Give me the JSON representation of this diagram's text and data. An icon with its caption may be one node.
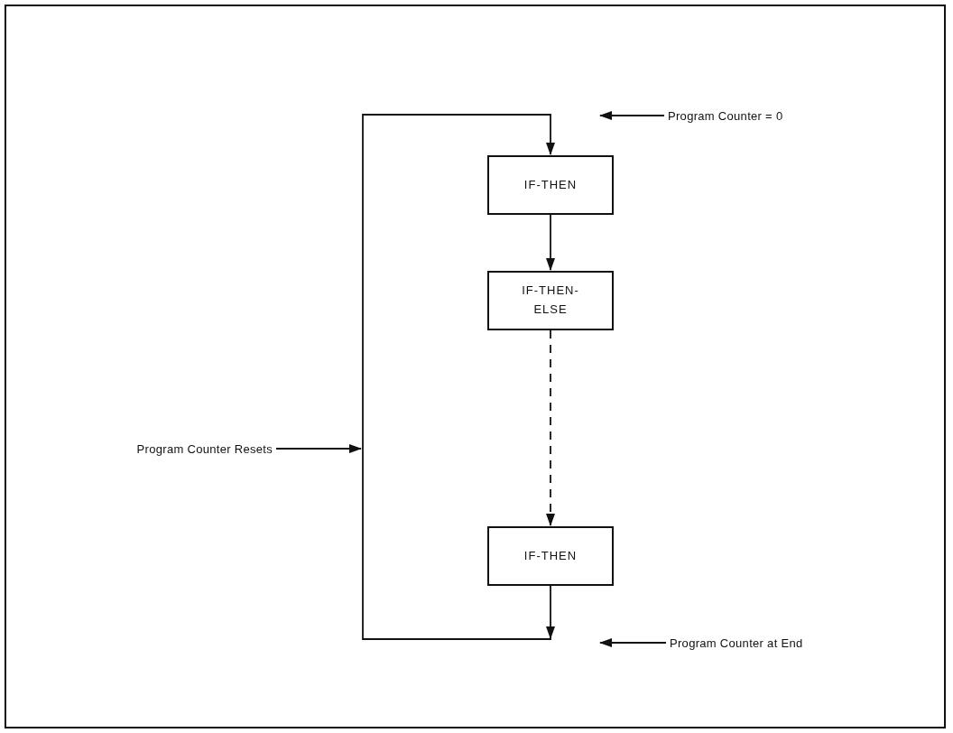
{
  "diagram": {
    "nodes": [
      {
        "text": [
          "IF-THEN"
        ]
      },
      {
        "text": [
          "IF-THEN- ELSE"
        ]
      },
      {
        "text": [
          "IF-THEN"
        ]
      },
      {
        "text": [
          "Program Counter = 0"
        ]
      },
      {
        "text": [
          "Program Counter Resets"
        ]
      },
      {
        "text": [
          "Program Counter at End"
        ]
      }
    ],
    "edges": [
      {
        "from": 0,
        "to": 1,
        "arrow": "to"
      },
      {
        "from": 1,
        "to": 2,
        "arrow": "to",
        "style": "dashed"
      },
      {
        "from": 2,
        "to": 0,
        "arrow": "to"
      },
      {
        "from": 3,
        "to": null,
        "arrow": "to"
      },
      {
        "from": 4,
        "to": null,
        "arrow": "to"
      },
      {
        "from": 5,
        "to": null,
        "arrow": "to"
      }
    ]
  }
}
